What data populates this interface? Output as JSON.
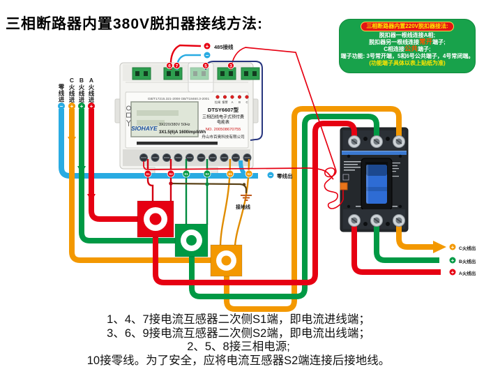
{
  "title": "三相断路器内置380V脱扣器接线方法:",
  "info_box": {
    "header": "三相断路器内置220V脱扣器接法:",
    "line1": "脱扣器一根线连接A相;",
    "line2_pre": "脱扣器另一根线连接",
    "line2_hl": "常开",
    "line2_post": "端子;",
    "line3_pre": "C相连接",
    "line3_hl": "公共",
    "line3_post": "端子;",
    "line4": "端子功能: 3号常开端，5和6号公共端子，4号常闭端。",
    "line5": "(功能端子具体以表上贴纸为准)"
  },
  "meter": {
    "standards": "GB/T17215.321-2008  GB/T18460.3-2001",
    "model": "DTSY6607型",
    "type_line": "三相四线电子式预付费",
    "type_line2": "电能表",
    "serial": "NO. 200508670755",
    "company": "舟山市百奥科技有限公司",
    "brand": "SIOHAYE",
    "rating_voltage": "3X220/380V  50Hz",
    "rating_current": "3X1.5(6)A  1600imp/kWh",
    "led_labels": [
      "拉闸",
      "报警",
      "A",
      "B",
      "C"
    ],
    "top_terminal_badges": [
      "6",
      "7",
      "5",
      "3"
    ],
    "ct_badges": [
      "S1",
      "S2",
      "S1",
      "S2",
      "S1",
      "S2"
    ]
  },
  "labels": {
    "rs485": "485接线",
    "plus": "+",
    "minus": "−",
    "neutral_out": "零线出",
    "ground": "接地线",
    "left_in": [
      "零线进",
      "C火线进",
      "B火线进",
      "A火线进"
    ],
    "right_out": [
      "C火线出",
      "B火线出",
      "A火线出"
    ]
  },
  "instructions": [
    "1、4、7接电流互感器二次侧S1端，即电流进线端；",
    "3、6、9接电流互感器二次侧S2端，即电流出线端；",
    "2、5、8接三相电源;",
    "10接零线。为了安全，应将电流互感器S2端连接后接地线。"
  ],
  "colors": {
    "phase_a_red": "#e60012",
    "phase_b_green": "#009944",
    "phase_c_orange": "#f39800",
    "neutral_blue": "#29abe2",
    "navy": "#27357e",
    "box_green": "#18a24b",
    "header_red": "#e31515",
    "header_yellow": "#ffe600",
    "highlight_orange": "#ff5100"
  }
}
